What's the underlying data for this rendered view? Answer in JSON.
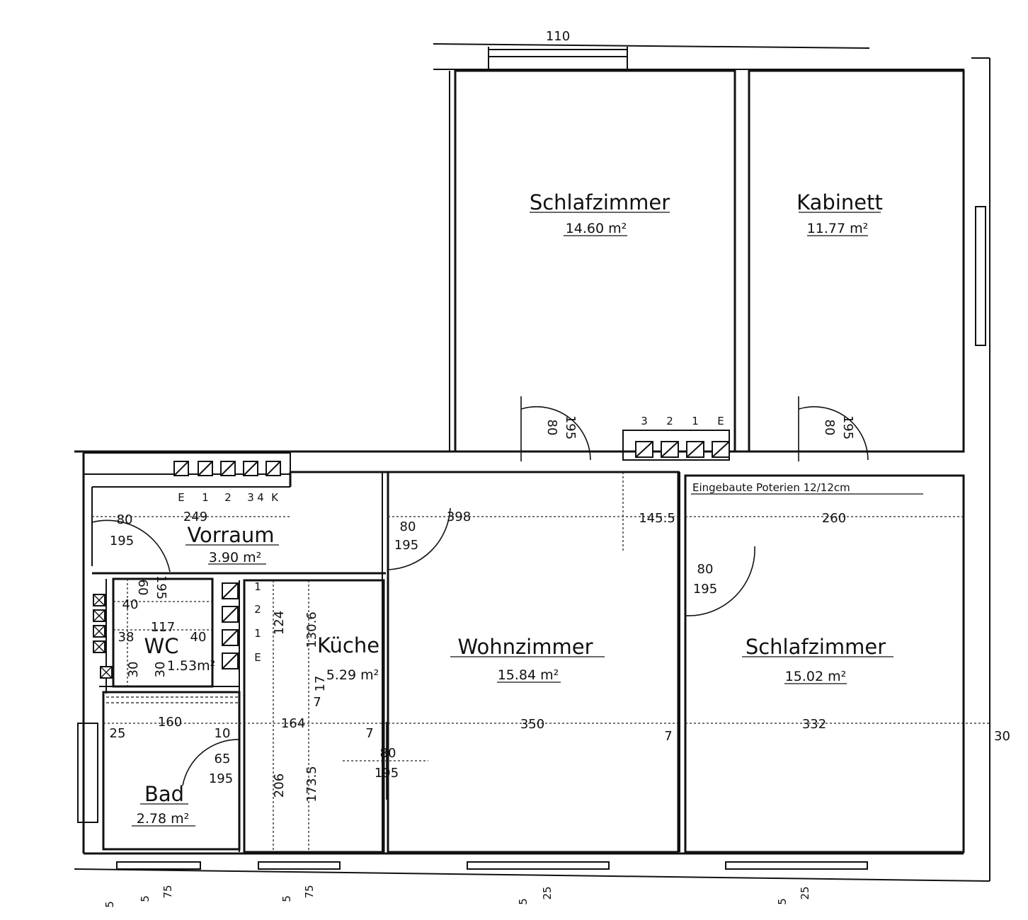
{
  "rooms": {
    "schlafzimmer_top": {
      "name": "Schlafzimmer",
      "area": "14.60 m²"
    },
    "kabinett": {
      "name": "Kabinett",
      "area": "11.77 m²"
    },
    "vorraum": {
      "name": "Vorraum",
      "area": "3.90 m²"
    },
    "wc": {
      "name": "WC",
      "area": "1.53m²"
    },
    "kueche": {
      "name": "Küche",
      "area": "5.29 m²"
    },
    "wohnzimmer": {
      "name": "Wohnzimmer",
      "area": "15.84 m²"
    },
    "schlafzimmer_right": {
      "name": "Schlafzimmer",
      "area": "15.02 m²"
    },
    "bad": {
      "name": "Bad",
      "area": "2.78 m²"
    }
  },
  "note": "Eingebaute Poterien 12/12cm",
  "dimensions": {
    "vorraum_width": "249",
    "wohn_top": "398",
    "mid_145": "145.5",
    "sz_right_top": "260",
    "wohn_width": "350",
    "sz_right_width": "332",
    "right_edge": "30",
    "bad_width": "160",
    "bad_25": "25",
    "bad_10": "10",
    "bad_65": "65",
    "bad_195": "195",
    "kueche_164": "164",
    "kueche_206": "206",
    "kueche_1735": "173.5",
    "kueche_124": "124",
    "kueche_1306": "130.6",
    "wc_117": "117",
    "wc_40a": "40",
    "wc_40b": "40",
    "wc_38": "38",
    "wc_30a": "30",
    "wc_30b": "30",
    "wall_7a": "7",
    "wall_7b": "7",
    "wall_7c": "7",
    "wall_17": "17",
    "top_window": "110"
  },
  "doors": {
    "d_sz_top": {
      "w": "80",
      "h": "195"
    },
    "d_kab": {
      "w": "80",
      "h": "195"
    },
    "d_vorraum": {
      "w": "80",
      "h": "195"
    },
    "d_wohn": {
      "w": "80",
      "h": "195"
    },
    "d_sz_right": {
      "w": "80",
      "h": "195"
    },
    "d_kueche_wohn": {
      "w": "80",
      "h": "195"
    },
    "d_wc": {
      "w": "60",
      "h": "195"
    }
  },
  "flue_labels": {
    "top_row": [
      "3",
      "2",
      "1",
      "E"
    ],
    "left_row": [
      "E",
      "1",
      "2",
      "3",
      "4",
      "K"
    ],
    "kueche_col": [
      "1",
      "2",
      "1",
      "E"
    ]
  },
  "bottom_marks": [
    "5",
    "5",
    "75",
    "5",
    "75",
    "5",
    "25",
    "5",
    "25"
  ]
}
